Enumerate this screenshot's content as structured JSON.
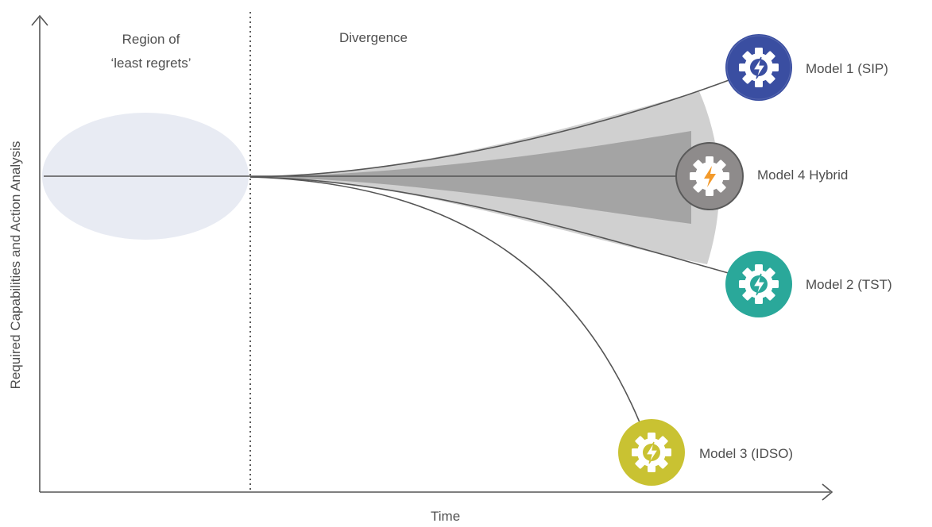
{
  "diagram": {
    "axes": {
      "y_label": "Required Capabilities and Action Analysis",
      "x_label": "Time"
    },
    "regions": {
      "least_regrets_line1": "Region of",
      "least_regrets_line2": "‘least regrets’",
      "divergence": "Divergence"
    },
    "models": [
      {
        "id": "model1",
        "label": "Model 1 (SIP)",
        "badge_color": "#3a4ea1",
        "bolt_color": "#ffffff",
        "icon": "gear-bolt-icon"
      },
      {
        "id": "model4",
        "label": "Model 4 Hybrid",
        "badge_color": "#8e8b8b",
        "bolt_color": "#f39a2b",
        "icon": "gear-bolt-icon"
      },
      {
        "id": "model2",
        "label": "Model 2 (TST)",
        "badge_color": "#2aa89a",
        "bolt_color": "#ffffff",
        "icon": "gear-bolt-icon"
      },
      {
        "id": "model3",
        "label": "Model 3 (IDSO)",
        "badge_color": "#c9c232",
        "bolt_color": "#ffffff",
        "icon": "gear-bolt-icon"
      }
    ],
    "colors": {
      "axis": "#555555",
      "ellipse": "#e8ebf3",
      "band_light": "#d0d0d0",
      "band_dark": "#a4a4a4"
    }
  }
}
